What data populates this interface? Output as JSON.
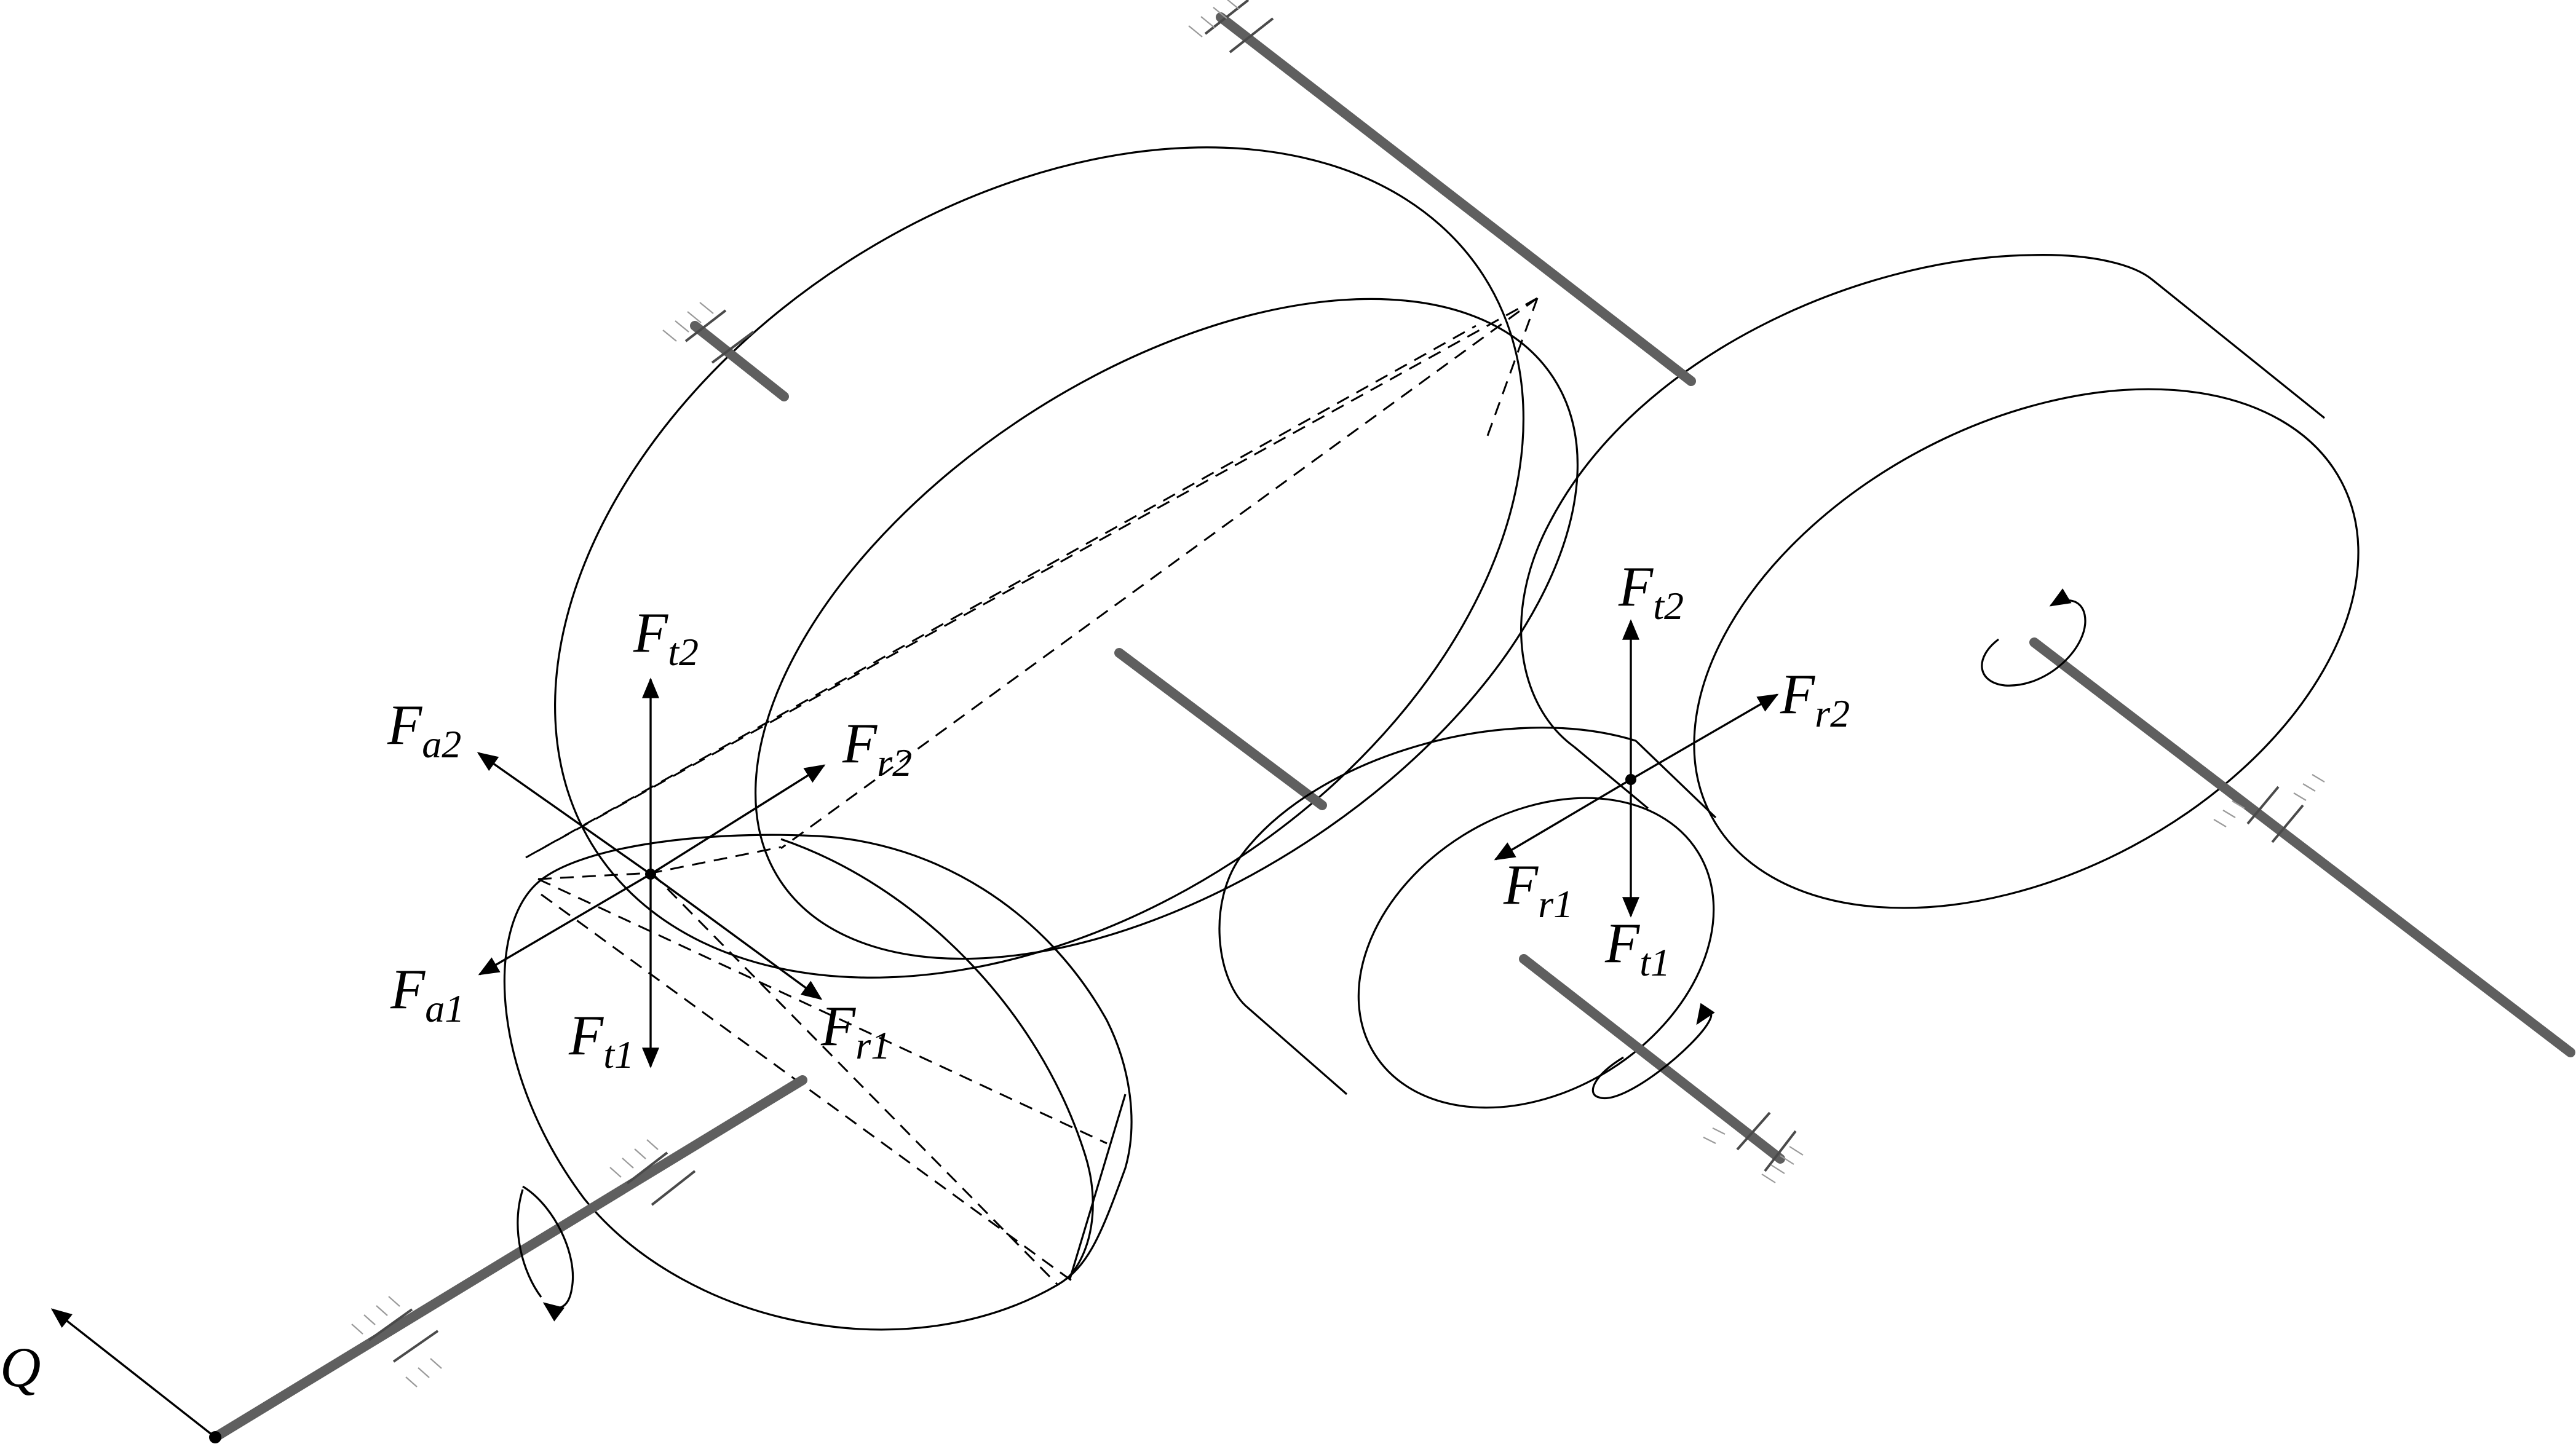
{
  "forces": {
    "bevel": {
      "ft2": {
        "main": "F",
        "sub": "t2"
      },
      "fa2": {
        "main": "F",
        "sub": "a2"
      },
      "fr2": {
        "main": "F",
        "sub": "r2"
      },
      "fa1": {
        "main": "F",
        "sub": "a1"
      },
      "ft1": {
        "main": "F",
        "sub": "t1"
      },
      "fr1": {
        "main": "F",
        "sub": "r1"
      }
    },
    "spur": {
      "ft2": {
        "main": "F",
        "sub": "t2"
      },
      "fr2": {
        "main": "F",
        "sub": "r2"
      },
      "fr1": {
        "main": "F",
        "sub": "r1"
      },
      "ft1": {
        "main": "F",
        "sub": "t1"
      }
    },
    "input_load": "Q"
  }
}
